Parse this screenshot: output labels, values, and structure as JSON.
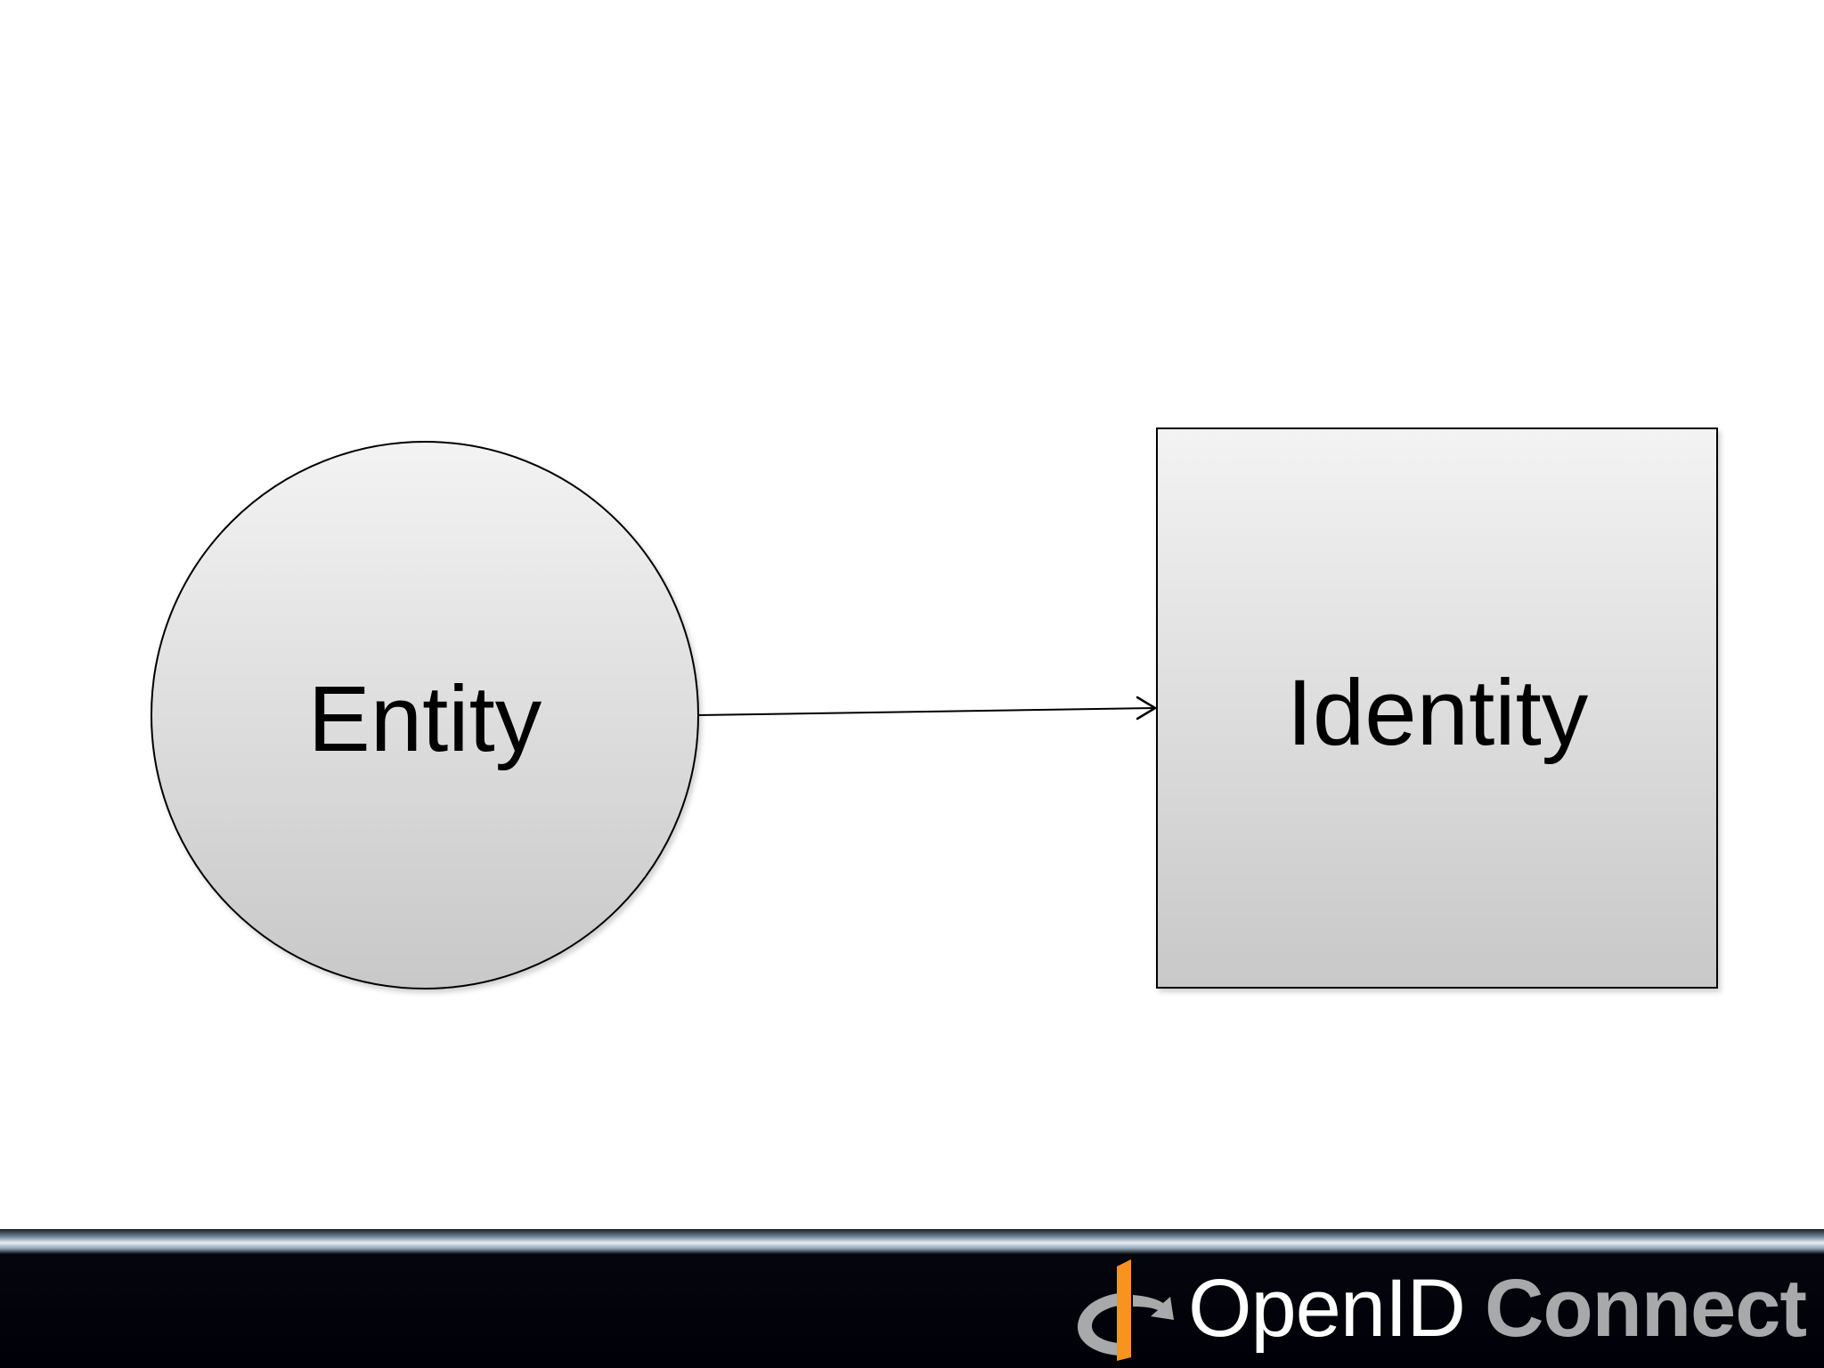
{
  "diagram": {
    "nodes": [
      {
        "id": "entity",
        "shape": "circle",
        "label": "Entity"
      },
      {
        "id": "identity",
        "shape": "rectangle",
        "label": "Identity"
      }
    ],
    "edges": [
      {
        "from": "entity",
        "to": "identity",
        "arrowhead": "open"
      }
    ],
    "colors": {
      "node_fill_top": "#f2f2f2",
      "node_fill_bottom": "#c9c9c9",
      "stroke": "#000000"
    }
  },
  "footer": {
    "logo": {
      "icon": "openid-logo-icon",
      "name_part1": "OpenID",
      "name_part2": "Connect",
      "colors": {
        "accent": "#f7931e",
        "mark_gray": "#a8a9ab",
        "name_part1": "#ffffff",
        "name_part2": "#a8a9ab"
      }
    }
  }
}
